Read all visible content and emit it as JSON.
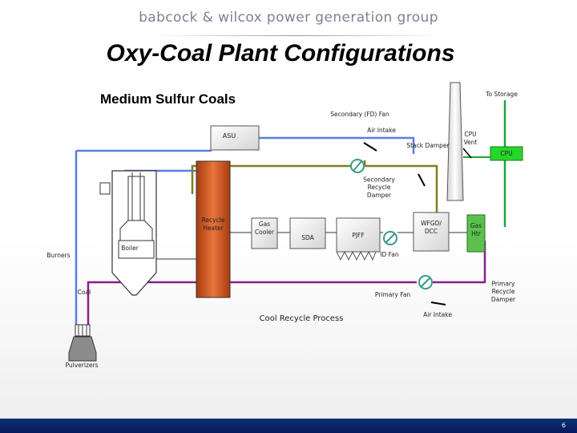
{
  "header": {
    "logo_text": "babcock & wilcox power generation group",
    "title": "Oxy-Coal Plant Configurations",
    "subtitle": "Medium Sulfur Coals"
  },
  "components": {
    "asu": "ASU",
    "recycle_heater": "Recycle\nHeater",
    "gas_cooler": "Gas\nCooler",
    "sda": "SDA",
    "pjff": "PJFF",
    "wfgd_dcc": "WFGD/\nDCC",
    "gas_htr": "Gas\nHtr",
    "cpu": "CPU",
    "boiler": "Boiler",
    "pulverizers": "Pulverizers"
  },
  "labels": {
    "to_storage": "To Storage",
    "secondary_fd_fan": "Secondary (FD) Fan",
    "air_intake_top": "Air Intake",
    "stack_damper": "Stack Damper",
    "cpu_vent": "CPU\nVent",
    "secondary_recycle_damper": "Secondary\nRecycle\nDamper",
    "id_fan": "ID Fan",
    "burners": "Burners",
    "coal": "Coal",
    "primary_fan": "Primary Fan",
    "primary_recycle_damper": "Primary\nRecycle\nDamper",
    "air_intake_bottom": "Air Intake",
    "process_name": "Cool Recycle Process"
  },
  "colors": {
    "oxygen_line": "#5b7fe0",
    "secondary_recycle_line": "#7f7f1f",
    "primary_recycle_line": "#8b1e8b",
    "co2_line": "#1fa33f",
    "recycle_heater_fill": "#d65a1e",
    "cpu_fill": "#27d62b",
    "gas_htr_fill": "#5cc04f",
    "footer": "#0b2a6e"
  },
  "footer": {
    "page_number": "6"
  }
}
